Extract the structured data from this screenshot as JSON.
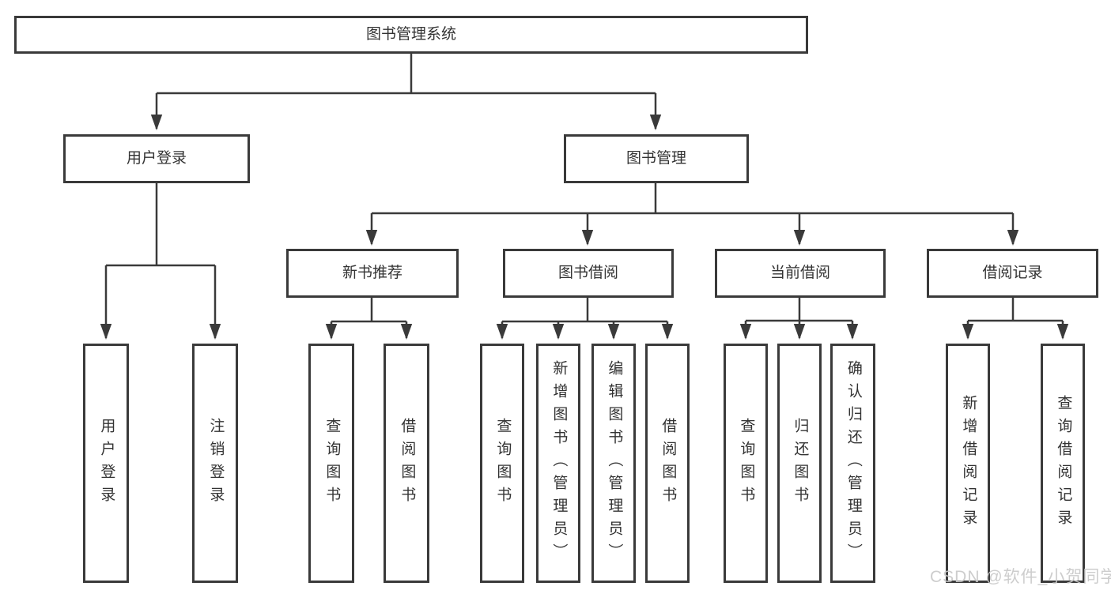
{
  "colors": {
    "line": "#3a3a3a",
    "text": "#333333",
    "background": "#ffffff",
    "watermark": "#c9c9c9"
  },
  "watermark": "CSDN @软件_小贺同学",
  "chart_type": "org-tree",
  "tree": {
    "label": "图书管理系统",
    "children": [
      {
        "label": "用户登录",
        "children": [
          {
            "label": "用户登录"
          },
          {
            "label": "注销登录"
          }
        ]
      },
      {
        "label": "图书管理",
        "children": [
          {
            "label": "新书推荐",
            "children": [
              {
                "label": "查询图书"
              },
              {
                "label": "借阅图书"
              }
            ]
          },
          {
            "label": "图书借阅",
            "children": [
              {
                "label": "查询图书"
              },
              {
                "label": "新增图书（管理员）"
              },
              {
                "label": "编辑图书（管理员）"
              },
              {
                "label": "借阅图书"
              }
            ]
          },
          {
            "label": "当前借阅",
            "children": [
              {
                "label": "查询图书"
              },
              {
                "label": "归还图书"
              },
              {
                "label": "确认归还（管理员）"
              }
            ]
          },
          {
            "label": "借阅记录",
            "children": [
              {
                "label": "新增借阅记录"
              },
              {
                "label": "查询借阅记录"
              }
            ]
          }
        ]
      }
    ]
  }
}
